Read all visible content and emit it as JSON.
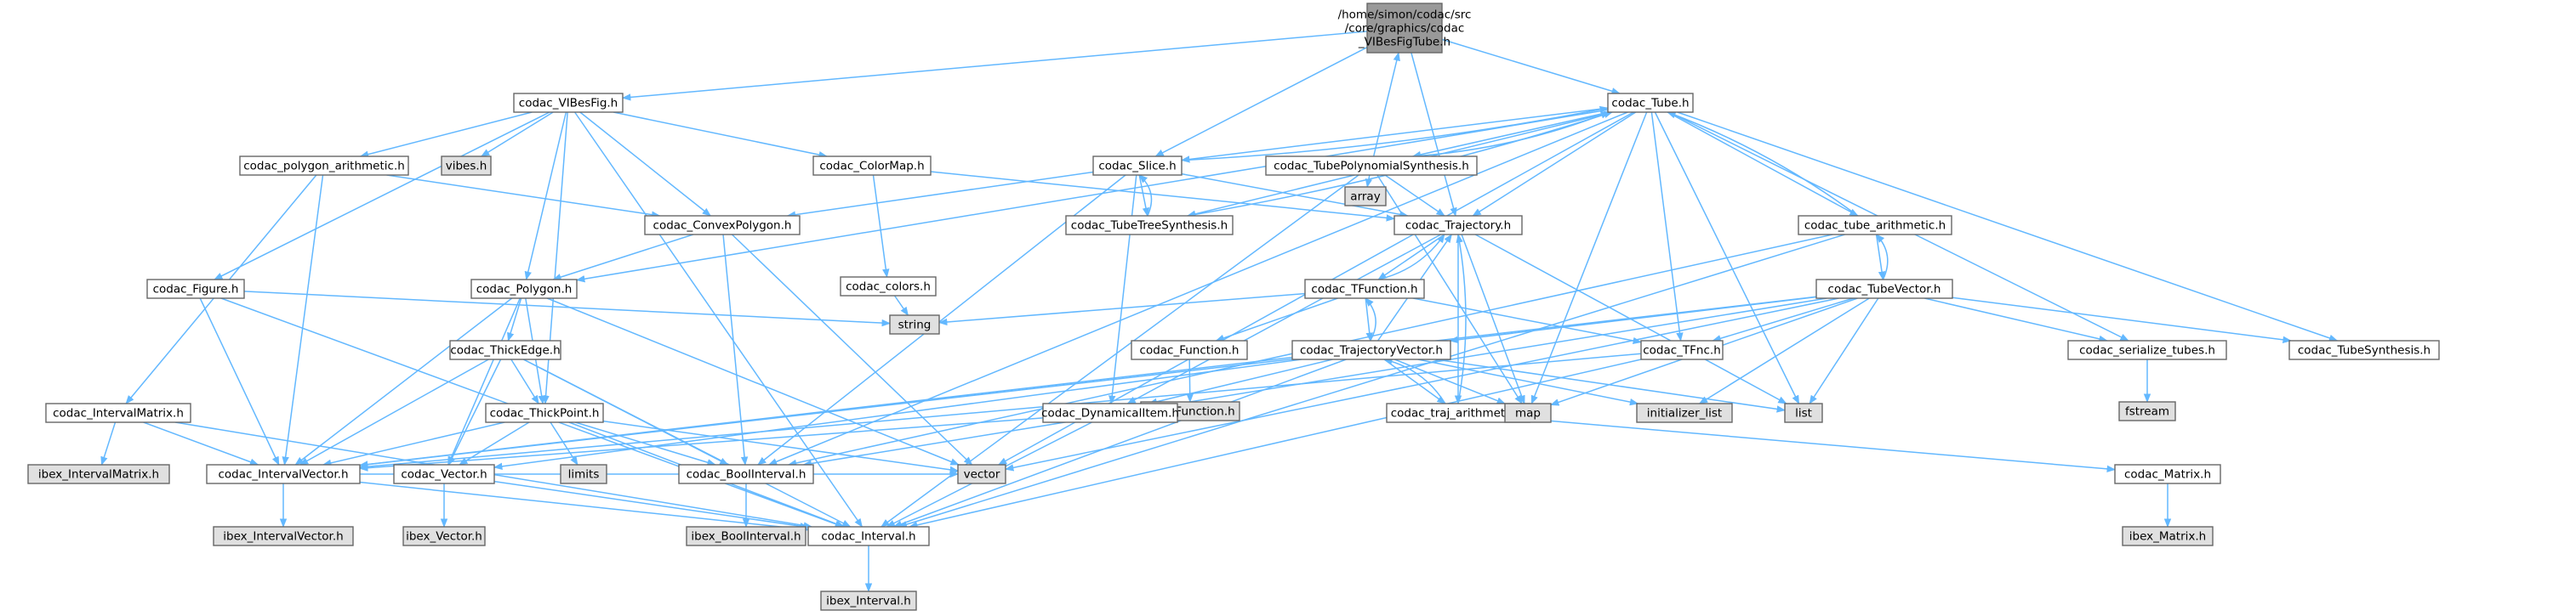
{
  "graph": {
    "colors": {
      "edge": "#63b8ff",
      "node_fill": "#ffffff",
      "node_border": "#666666",
      "external_fill": "#e0e0e0",
      "root_fill": "#999999",
      "text": "#000000"
    },
    "nodes": [
      {
        "id": "root",
        "lines": [
          "/home/simon/codac/src",
          "/core/graphics/codac",
          "_VIBesFigTube.h"
        ],
        "kind": "root"
      },
      {
        "id": "vibesfig",
        "lines": [
          "codac_VIBesFig.h"
        ],
        "kind": "file"
      },
      {
        "id": "tube",
        "lines": [
          "codac_Tube.h"
        ],
        "kind": "file"
      },
      {
        "id": "polygon_arith",
        "lines": [
          "codac_polygon_arithmetic.h"
        ],
        "kind": "file"
      },
      {
        "id": "vibes",
        "lines": [
          "vibes.h"
        ],
        "kind": "external"
      },
      {
        "id": "colormap",
        "lines": [
          "codac_ColorMap.h"
        ],
        "kind": "file"
      },
      {
        "id": "slice",
        "lines": [
          "codac_Slice.h"
        ],
        "kind": "file"
      },
      {
        "id": "tubepolysynth",
        "lines": [
          "codac_TubePolynomialSynthesis.h"
        ],
        "kind": "file"
      },
      {
        "id": "array",
        "lines": [
          "array"
        ],
        "kind": "external"
      },
      {
        "id": "trajectory",
        "lines": [
          "codac_Trajectory.h"
        ],
        "kind": "file"
      },
      {
        "id": "tube_arith",
        "lines": [
          "codac_tube_arithmetic.h"
        ],
        "kind": "file"
      },
      {
        "id": "convexpolygon",
        "lines": [
          "codac_ConvexPolygon.h"
        ],
        "kind": "file"
      },
      {
        "id": "tubetreesynth",
        "lines": [
          "codac_TubeTreeSynthesis.h"
        ],
        "kind": "file"
      },
      {
        "id": "figure",
        "lines": [
          "codac_Figure.h"
        ],
        "kind": "file"
      },
      {
        "id": "polygon",
        "lines": [
          "codac_Polygon.h"
        ],
        "kind": "file"
      },
      {
        "id": "colors",
        "lines": [
          "codac_colors.h"
        ],
        "kind": "file"
      },
      {
        "id": "tfunction",
        "lines": [
          "codac_TFunction.h"
        ],
        "kind": "file"
      },
      {
        "id": "tubevector",
        "lines": [
          "codac_TubeVector.h"
        ],
        "kind": "file"
      },
      {
        "id": "string",
        "lines": [
          "string"
        ],
        "kind": "external"
      },
      {
        "id": "thickedge",
        "lines": [
          "codac_ThickEdge.h"
        ],
        "kind": "file"
      },
      {
        "id": "function",
        "lines": [
          "codac_Function.h"
        ],
        "kind": "file"
      },
      {
        "id": "trajvector",
        "lines": [
          "codac_TrajectoryVector.h"
        ],
        "kind": "file"
      },
      {
        "id": "tfnc",
        "lines": [
          "codac_TFnc.h"
        ],
        "kind": "file"
      },
      {
        "id": "serialize",
        "lines": [
          "codac_serialize_tubes.h"
        ],
        "kind": "file"
      },
      {
        "id": "tubesynth",
        "lines": [
          "codac_TubeSynthesis.h"
        ],
        "kind": "file"
      },
      {
        "id": "intervalmatrix",
        "lines": [
          "codac_IntervalMatrix.h"
        ],
        "kind": "file"
      },
      {
        "id": "ibex_function",
        "lines": [
          "ibex_Function.h"
        ],
        "kind": "external"
      },
      {
        "id": "fstream",
        "lines": [
          "fstream"
        ],
        "kind": "external"
      },
      {
        "id": "thickpoint",
        "lines": [
          "codac_ThickPoint.h"
        ],
        "kind": "file"
      },
      {
        "id": "dynamicalitem",
        "lines": [
          "codac_DynamicalItem.h"
        ],
        "kind": "file"
      },
      {
        "id": "traj_arith",
        "lines": [
          "codac_traj_arithmetic.h"
        ],
        "kind": "file"
      },
      {
        "id": "map",
        "lines": [
          "map"
        ],
        "kind": "external"
      },
      {
        "id": "initlist",
        "lines": [
          "initializer_list"
        ],
        "kind": "external"
      },
      {
        "id": "list",
        "lines": [
          "list"
        ],
        "kind": "external"
      },
      {
        "id": "ibex_intervalmatrix",
        "lines": [
          "ibex_IntervalMatrix.h"
        ],
        "kind": "external"
      },
      {
        "id": "intervalvector",
        "lines": [
          "codac_IntervalVector.h"
        ],
        "kind": "file"
      },
      {
        "id": "limits",
        "lines": [
          "limits"
        ],
        "kind": "external"
      },
      {
        "id": "vector_h",
        "lines": [
          "codac_Vector.h"
        ],
        "kind": "file"
      },
      {
        "id": "vector",
        "lines": [
          "vector"
        ],
        "kind": "external"
      },
      {
        "id": "boolinterval",
        "lines": [
          "codac_BoolInterval.h"
        ],
        "kind": "file"
      },
      {
        "id": "matrix",
        "lines": [
          "codac_Matrix.h"
        ],
        "kind": "file"
      },
      {
        "id": "interval",
        "lines": [
          "codac_Interval.h"
        ],
        "kind": "file"
      },
      {
        "id": "ibex_intervalvector",
        "lines": [
          "ibex_IntervalVector.h"
        ],
        "kind": "external"
      },
      {
        "id": "ibex_vector",
        "lines": [
          "ibex_Vector.h"
        ],
        "kind": "external"
      },
      {
        "id": "ibex_boolinterval",
        "lines": [
          "ibex_BoolInterval.h"
        ],
        "kind": "external"
      },
      {
        "id": "ibex_matrix",
        "lines": [
          "ibex_Matrix.h"
        ],
        "kind": "external"
      },
      {
        "id": "ibex_interval",
        "lines": [
          "ibex_Interval.h"
        ],
        "kind": "external"
      }
    ],
    "edges": [
      [
        "root",
        "vibesfig"
      ],
      [
        "root",
        "tube"
      ],
      [
        "root",
        "slice"
      ],
      [
        "root",
        "trajectory"
      ],
      [
        "vibesfig",
        "figure"
      ],
      [
        "vibesfig",
        "polygon_arith"
      ],
      [
        "vibesfig",
        "vibes"
      ],
      [
        "vibesfig",
        "colormap"
      ],
      [
        "vibesfig",
        "convexpolygon"
      ],
      [
        "vibesfig",
        "polygon"
      ],
      [
        "vibesfig",
        "thickpoint"
      ],
      [
        "vibesfig",
        "interval"
      ],
      [
        "tube",
        "slice"
      ],
      [
        "tube",
        "tubepolysynth"
      ],
      [
        "tube",
        "trajectory"
      ],
      [
        "tube",
        "tube_arith"
      ],
      [
        "tube",
        "tubetreesynth"
      ],
      [
        "tube",
        "tfnc"
      ],
      [
        "tube",
        "serialize"
      ],
      [
        "tube",
        "tubesynth"
      ],
      [
        "tube",
        "map"
      ],
      [
        "tube",
        "list"
      ],
      [
        "tube",
        "vector"
      ],
      [
        "tube",
        "polygon"
      ],
      [
        "tube",
        "boolinterval"
      ],
      [
        "polygon_arith",
        "convexpolygon"
      ],
      [
        "polygon_arith",
        "intervalmatrix"
      ],
      [
        "polygon_arith",
        "intervalvector"
      ],
      [
        "colormap",
        "colors"
      ],
      [
        "colormap",
        "trajectory"
      ],
      [
        "colors",
        "string"
      ],
      [
        "slice",
        "tube"
      ],
      [
        "slice",
        "tubetreesynth"
      ],
      [
        "slice",
        "trajectory"
      ],
      [
        "slice",
        "dynamicalitem"
      ],
      [
        "slice",
        "boolinterval"
      ],
      [
        "slice",
        "convexpolygon"
      ],
      [
        "tubepolysynth",
        "root"
      ],
      [
        "tubepolysynth",
        "tube"
      ],
      [
        "tubepolysynth",
        "trajectory"
      ],
      [
        "tubepolysynth",
        "array"
      ],
      [
        "tubepolysynth",
        "interval"
      ],
      [
        "tubepolysynth",
        "map"
      ],
      [
        "tubetreesynth",
        "slice"
      ],
      [
        "tubetreesynth",
        "tube"
      ],
      [
        "trajectory",
        "tfunction"
      ],
      [
        "trajectory",
        "traj_arith"
      ],
      [
        "trajectory",
        "map"
      ],
      [
        "trajectory",
        "list"
      ],
      [
        "trajectory",
        "dynamicalitem"
      ],
      [
        "tfunction",
        "trajectory"
      ],
      [
        "tfunction",
        "trajvector"
      ],
      [
        "tfunction",
        "function"
      ],
      [
        "tfunction",
        "tfnc"
      ],
      [
        "tfunction",
        "string"
      ],
      [
        "trajvector",
        "trajectory"
      ],
      [
        "trajvector",
        "tfunction"
      ],
      [
        "trajvector",
        "traj_arith"
      ],
      [
        "trajvector",
        "dynamicalitem"
      ],
      [
        "trajvector",
        "map"
      ],
      [
        "trajvector",
        "list"
      ],
      [
        "trajvector",
        "initlist"
      ],
      [
        "trajvector",
        "intervalvector"
      ],
      [
        "trajvector",
        "vector_h"
      ],
      [
        "trajvector",
        "interval"
      ],
      [
        "traj_arith",
        "trajectory"
      ],
      [
        "traj_arith",
        "trajvector"
      ],
      [
        "traj_arith",
        "matrix"
      ],
      [
        "function",
        "ibex_function"
      ],
      [
        "tfnc",
        "interval"
      ],
      [
        "tfnc",
        "intervalvector"
      ],
      [
        "tube_arith",
        "tube"
      ],
      [
        "tube_arith",
        "tubevector"
      ],
      [
        "tube_arith",
        "interval"
      ],
      [
        "tube_arith",
        "boolinterval"
      ],
      [
        "tubevector",
        "tube_arith"
      ],
      [
        "tubevector",
        "tfnc"
      ],
      [
        "tubevector",
        "trajvector"
      ],
      [
        "tubevector",
        "serialize"
      ],
      [
        "tubevector",
        "tubesynth"
      ],
      [
        "tubevector",
        "map"
      ],
      [
        "tubevector",
        "list"
      ],
      [
        "tubevector",
        "initlist"
      ],
      [
        "tubevector",
        "vector"
      ],
      [
        "tubevector",
        "boolinterval"
      ],
      [
        "tubevector",
        "intervalvector"
      ],
      [
        "serialize",
        "fstream"
      ],
      [
        "convexpolygon",
        "polygon"
      ],
      [
        "convexpolygon",
        "vector"
      ],
      [
        "convexpolygon",
        "boolinterval"
      ],
      [
        "figure",
        "string"
      ],
      [
        "figure",
        "intervalvector"
      ],
      [
        "figure",
        "interval"
      ],
      [
        "polygon",
        "thickedge"
      ],
      [
        "polygon",
        "thickpoint"
      ],
      [
        "polygon",
        "intervalvector"
      ],
      [
        "polygon",
        "vector_h"
      ],
      [
        "polygon",
        "vector"
      ],
      [
        "thickedge",
        "thickpoint"
      ],
      [
        "thickedge",
        "intervalvector"
      ],
      [
        "thickedge",
        "vector_h"
      ],
      [
        "thickedge",
        "boolinterval"
      ],
      [
        "thickedge",
        "interval"
      ],
      [
        "thickpoint",
        "limits"
      ],
      [
        "thickpoint",
        "intervalvector"
      ],
      [
        "thickpoint",
        "vector_h"
      ],
      [
        "thickpoint",
        "vector"
      ],
      [
        "thickpoint",
        "boolinterval"
      ],
      [
        "thickpoint",
        "interval"
      ],
      [
        "intervalmatrix",
        "ibex_intervalmatrix"
      ],
      [
        "intervalmatrix",
        "intervalvector"
      ],
      [
        "intervalmatrix",
        "interval"
      ],
      [
        "dynamicalitem",
        "interval"
      ],
      [
        "dynamicalitem",
        "intervalvector"
      ],
      [
        "intervalvector",
        "ibex_intervalvector"
      ],
      [
        "intervalvector",
        "interval"
      ],
      [
        "intervalvector",
        "vector"
      ],
      [
        "vector_h",
        "ibex_vector"
      ],
      [
        "vector_h",
        "interval"
      ],
      [
        "boolinterval",
        "ibex_boolinterval"
      ],
      [
        "matrix",
        "ibex_matrix"
      ],
      [
        "interval",
        "ibex_interval"
      ]
    ]
  }
}
